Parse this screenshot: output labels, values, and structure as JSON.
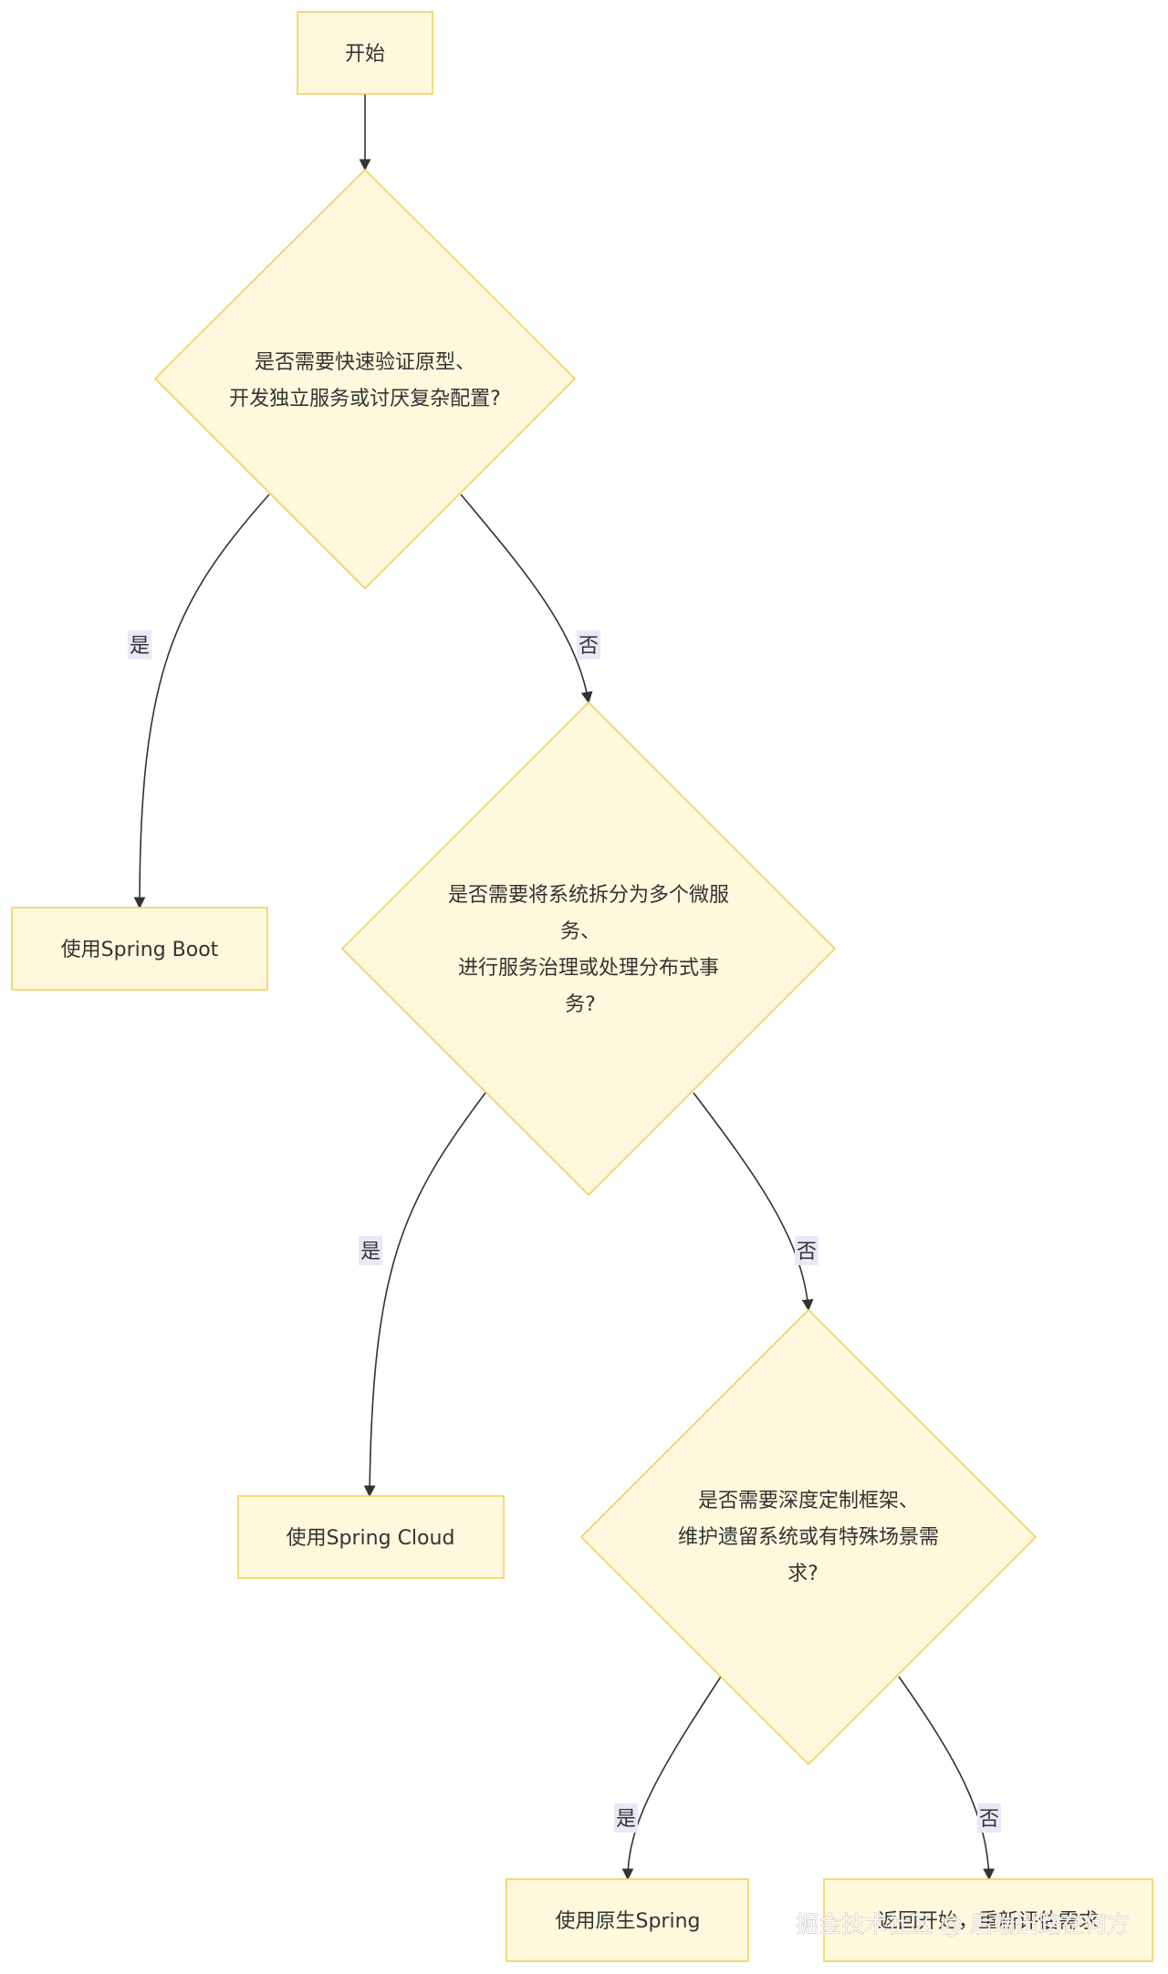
{
  "nodes": {
    "start": {
      "label": "开始"
    },
    "q1": {
      "lines": [
        "是否需要快速验证原型、",
        "开发独立服务或讨厌复杂配置?"
      ]
    },
    "boot": {
      "label": "使用Spring Boot"
    },
    "q2": {
      "lines": [
        "是否需要将系统拆分为多个微服",
        "务、",
        "进行服务治理或处理分布式事",
        "务?"
      ]
    },
    "cloud": {
      "label": "使用Spring Cloud"
    },
    "q3": {
      "lines": [
        "是否需要深度定制框架、",
        "维护遗留系统或有特殊场景需",
        "求?"
      ]
    },
    "native": {
      "label": "使用原生Spring"
    },
    "back": {
      "label": "返回开始，重新评估需求"
    }
  },
  "edges": {
    "q1_yes": "是",
    "q1_no": "否",
    "q2_yes": "是",
    "q2_no": "否",
    "q3_yes": "是",
    "q3_no": "否"
  },
  "watermark": {
    "text": "掘金技术社区 @ 后端出路在何方"
  },
  "colors": {
    "node_fill": "#fff8dc",
    "node_stroke": "#f2d05c",
    "edge": "#333333",
    "edge_label_bg": "#e8e8f8"
  }
}
